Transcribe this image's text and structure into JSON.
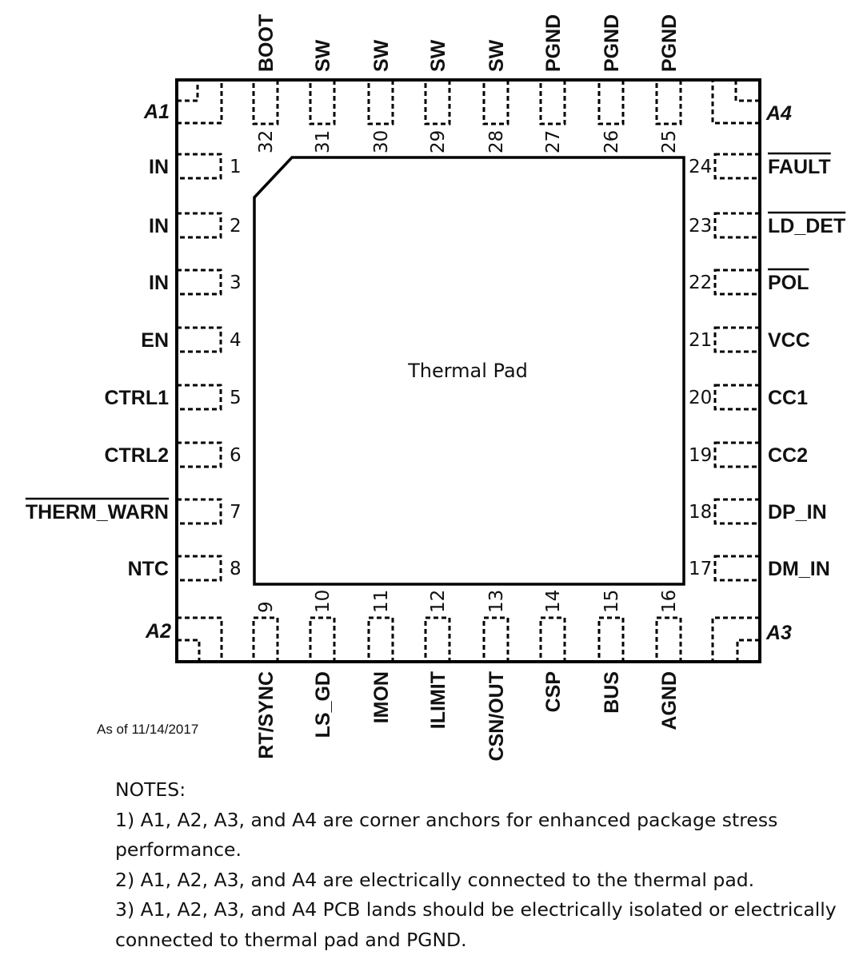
{
  "thermal_pad_label": "Thermal Pad",
  "date_note": "As of 11/14/2017",
  "anchors": [
    "A1",
    "A2",
    "A3",
    "A4"
  ],
  "pins": {
    "left": [
      {
        "num": "1",
        "name": "IN",
        "overbar": false
      },
      {
        "num": "2",
        "name": "IN",
        "overbar": false
      },
      {
        "num": "3",
        "name": "IN",
        "overbar": false
      },
      {
        "num": "4",
        "name": "EN",
        "overbar": false
      },
      {
        "num": "5",
        "name": "CTRL1",
        "overbar": false
      },
      {
        "num": "6",
        "name": "CTRL2",
        "overbar": false
      },
      {
        "num": "7",
        "name": "THERM_WARN",
        "overbar": true
      },
      {
        "num": "8",
        "name": "NTC",
        "overbar": false
      }
    ],
    "bottom": [
      {
        "num": "9",
        "name": "RT/SYNC"
      },
      {
        "num": "10",
        "name": "LS_GD"
      },
      {
        "num": "11",
        "name": "IMON"
      },
      {
        "num": "12",
        "name": "ILIMIT"
      },
      {
        "num": "13",
        "name": "CSN/OUT"
      },
      {
        "num": "14",
        "name": "CSP"
      },
      {
        "num": "15",
        "name": "BUS"
      },
      {
        "num": "16",
        "name": "AGND"
      }
    ],
    "right": [
      {
        "num": "17",
        "name": "DM_IN",
        "overbar": false
      },
      {
        "num": "18",
        "name": "DP_IN",
        "overbar": false
      },
      {
        "num": "19",
        "name": "CC2",
        "overbar": false
      },
      {
        "num": "20",
        "name": "CC1",
        "overbar": false
      },
      {
        "num": "21",
        "name": "VCC",
        "overbar": false
      },
      {
        "num": "22",
        "name": "POL",
        "overbar": true
      },
      {
        "num": "23",
        "name": "LD_DET",
        "overbar": true
      },
      {
        "num": "24",
        "name": "FAULT",
        "overbar": true
      }
    ],
    "top": [
      {
        "num": "25",
        "name": "PGND"
      },
      {
        "num": "26",
        "name": "PGND"
      },
      {
        "num": "27",
        "name": "PGND"
      },
      {
        "num": "28",
        "name": "SW"
      },
      {
        "num": "29",
        "name": "SW"
      },
      {
        "num": "30",
        "name": "SW"
      },
      {
        "num": "31",
        "name": "SW"
      },
      {
        "num": "32",
        "name": "BOOT"
      }
    ]
  },
  "notes": {
    "heading": "NOTES:",
    "items": [
      "1) A1, A2, A3, and A4 are corner anchors for enhanced package stress performance.",
      "2) A1, A2, A3, and A4 are electrically connected to the thermal pad.",
      "3) A1, A2, A3, and A4 PCB lands should be electrically isolated or electrically connected to thermal pad and PGND."
    ]
  }
}
